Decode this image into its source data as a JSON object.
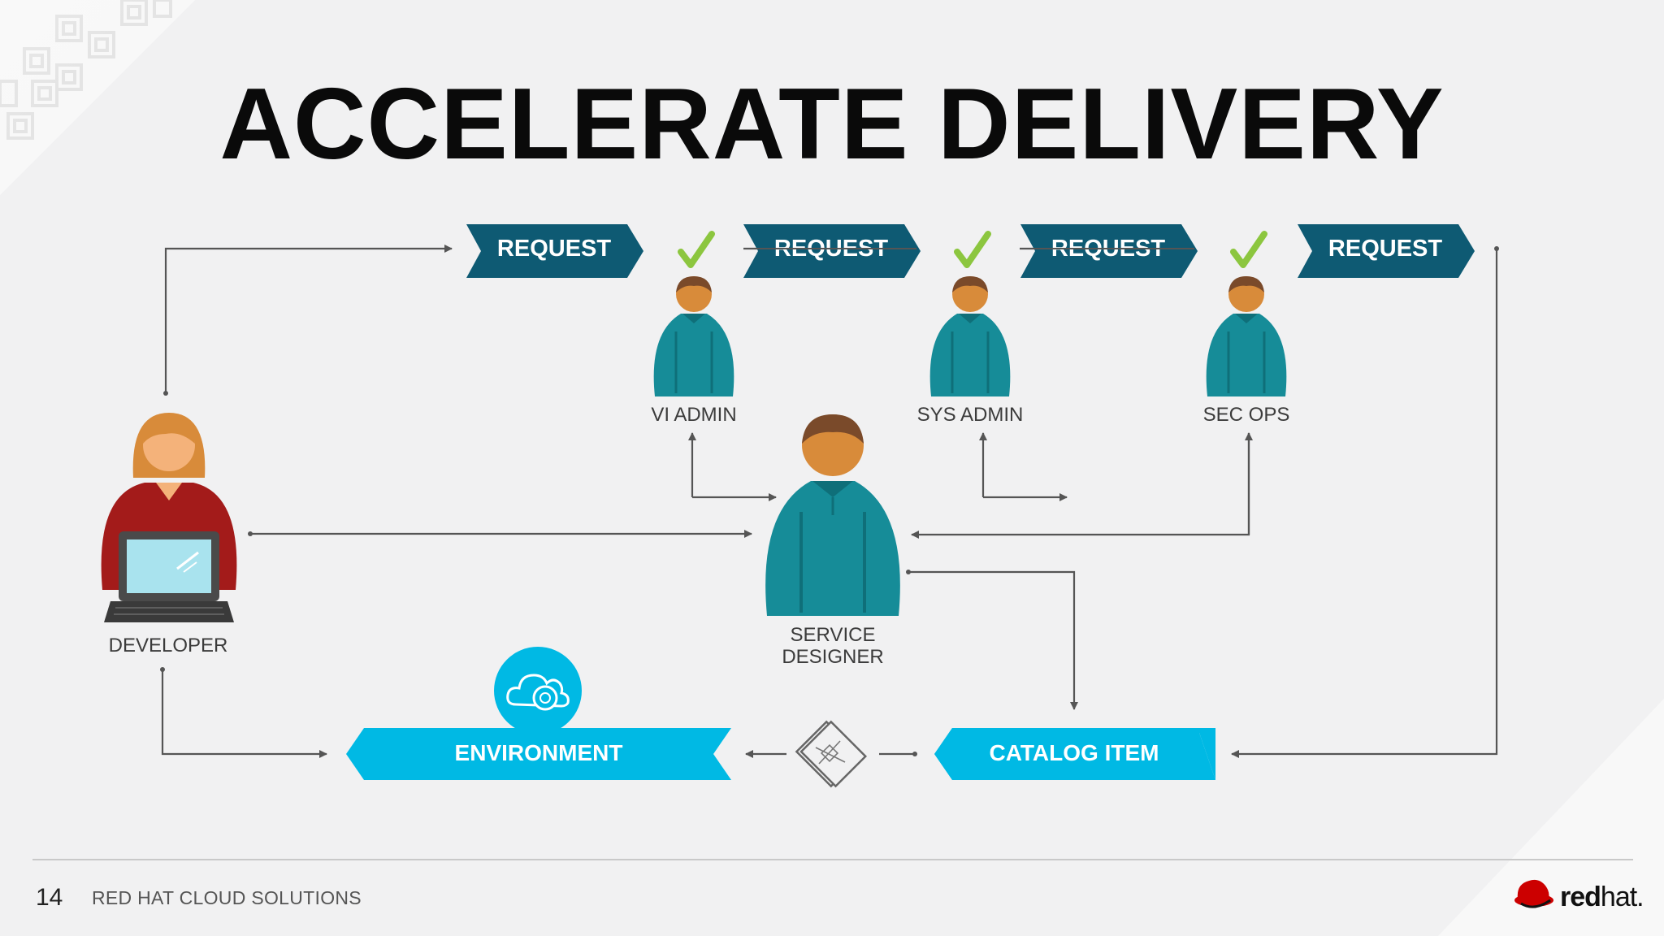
{
  "title": "ACCELERATE DELIVERY",
  "request_tags": [
    "REQUEST",
    "REQUEST",
    "REQUEST",
    "REQUEST"
  ],
  "roles": {
    "vi_admin": "VI ADMIN",
    "sys_admin": "SYS ADMIN",
    "sec_ops": "SEC OPS",
    "developer": "DEVELOPER",
    "service_designer_line1": "SERVICE",
    "service_designer_line2": "DESIGNER"
  },
  "environment_label": "ENVIRONMENT",
  "catalog_item_label": "CATALOG ITEM",
  "footer": {
    "page_number": "14",
    "text": "RED HAT CLOUD SOLUTIONS",
    "logo_bold": "red",
    "logo_light": "hat."
  },
  "colors": {
    "dark_teal": "#0e5a73",
    "cyan": "#00b9e4",
    "shirt": "#168c98",
    "skin": "#d88b3a",
    "hair": "#7a4a2a",
    "check": "#8cc63f",
    "developer_top": "#a31b1a",
    "line": "#555555",
    "redhat_red": "#cc0000"
  }
}
